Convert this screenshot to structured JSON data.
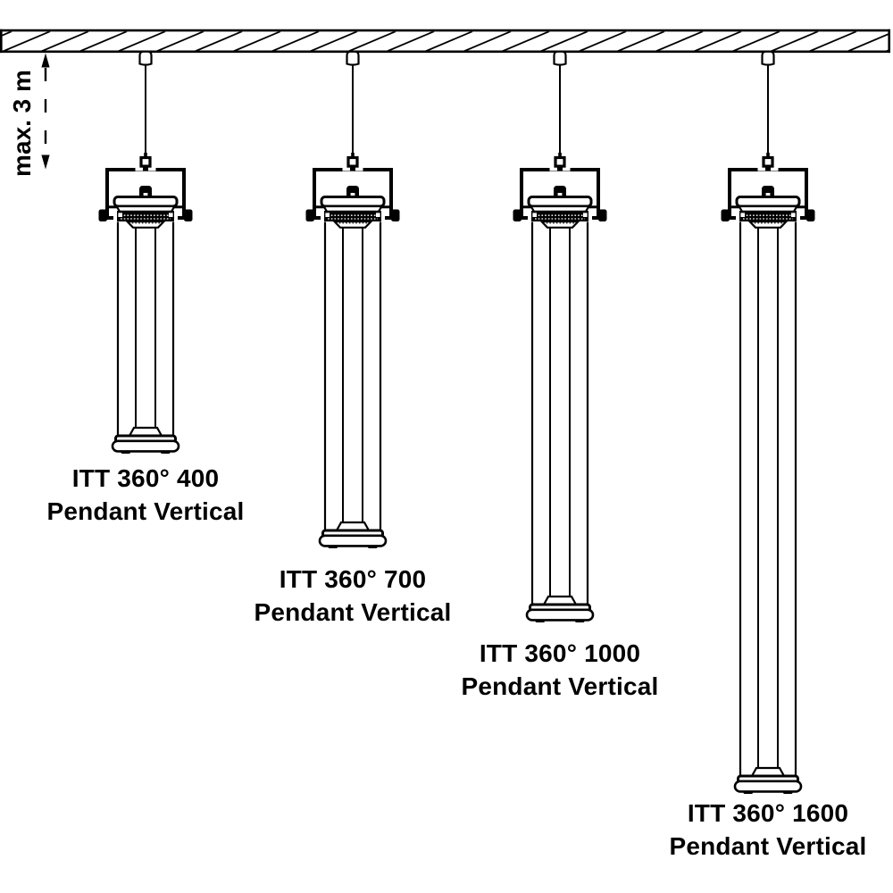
{
  "diagram": {
    "dimension_label": "max. 3 m",
    "lamps": [
      {
        "model": "ITT 360° 400",
        "type": "Pendant Vertical"
      },
      {
        "model": "ITT 360° 700",
        "type": "Pendant Vertical"
      },
      {
        "model": "ITT 360° 1000",
        "type": "Pendant Vertical"
      },
      {
        "model": "ITT 360° 1600",
        "type": "Pendant Vertical"
      }
    ],
    "colors": {
      "line": "#000000",
      "background": "#ffffff"
    }
  }
}
